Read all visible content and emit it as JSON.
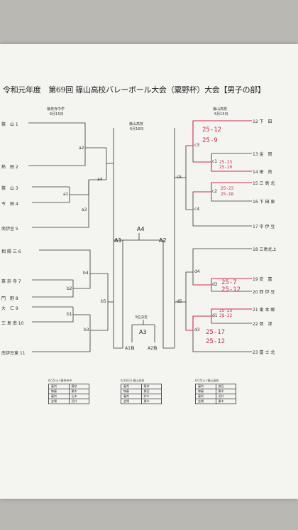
{
  "title": "令和元年度　第69回 篠山高校バレーボール大会（粟野杯）大会【男子の部】",
  "venues": {
    "left": {
      "name": "篠奈寺中学",
      "date": "6月15日"
    },
    "center": {
      "name": "篠山高校",
      "date": "6月16日"
    },
    "right": {
      "name": "篠山高校",
      "date": "6月15日"
    }
  },
  "left_teams": [
    "篠　山 1",
    "熱　田 2",
    "篠　山 3",
    "今　田 4",
    "南伊豆 5",
    "相 陽 三 6",
    "篠 奈 寺 7",
    "門　野 8",
    "大　仁 9",
    "三 島 南 10",
    "南伊豆東 11"
  ],
  "right_teams": [
    "12 下　田",
    "13 金　岡",
    "14 田　南",
    "15 三 島 北",
    "16 下 田 東",
    "17 中 伊 豆",
    "18 三島北上",
    "19 安　富",
    "20 西 伊 豆",
    "21 東 本 郷",
    "22 岡　津",
    "23 富 士 北"
  ],
  "match_labels": {
    "a1": "a1",
    "a2": "a2",
    "a3": "a3",
    "a4": "a4",
    "b1": "b1",
    "b2": "b2",
    "b3": "b3",
    "b4": "b4",
    "b5": "b5",
    "c1": "c1",
    "c2": "c2",
    "c3": "c3",
    "c4": "c4",
    "c5": "c5",
    "d1": "d1",
    "d2": "d2",
    "d3": "d3",
    "d4": "d4",
    "d5": "d5",
    "A1": "A1",
    "A2": "A2",
    "A3": "A3",
    "A4": "A4"
  },
  "third_place": {
    "label": "3位決定",
    "left": "A1負",
    "right": "A2負"
  },
  "scores": {
    "c3_top": "25-12",
    "c3_bottom": "25-9",
    "c1_top": "25-23",
    "c1_bottom": "25-20",
    "c2_top": "25-23",
    "c2_bottom": "25-18",
    "d2_top": "25-7",
    "d2_bottom": "25-12",
    "d1_top": "25-23",
    "d1_bottom": "28-22",
    "d3_top": "25-17",
    "d3_bottom": "25-12"
  },
  "tables": [
    {
      "caption": "6/15(土) 篠奈寺中",
      "rows": [
        [
          "審判",
          "篠奈"
        ],
        [
          "線審",
          "粟木"
        ],
        [
          "審判",
          "山本"
        ],
        [
          "会場",
          "近村"
        ]
      ]
    },
    {
      "caption": "6/16(日) 篠山高校",
      "rows": [
        [
          "審判",
          "篠奈"
        ],
        [
          "線審",
          "粟田"
        ],
        [
          "審判",
          "鈴木"
        ],
        [
          "会場",
          "粟木"
        ]
      ]
    },
    {
      "caption": "6/15(土) 篠山高校",
      "rows": [
        [
          "審判",
          "渡辺"
        ],
        [
          "線審",
          "粟木"
        ],
        [
          "審判",
          "近村"
        ],
        [
          "会場",
          "粟木"
        ]
      ]
    }
  ]
}
